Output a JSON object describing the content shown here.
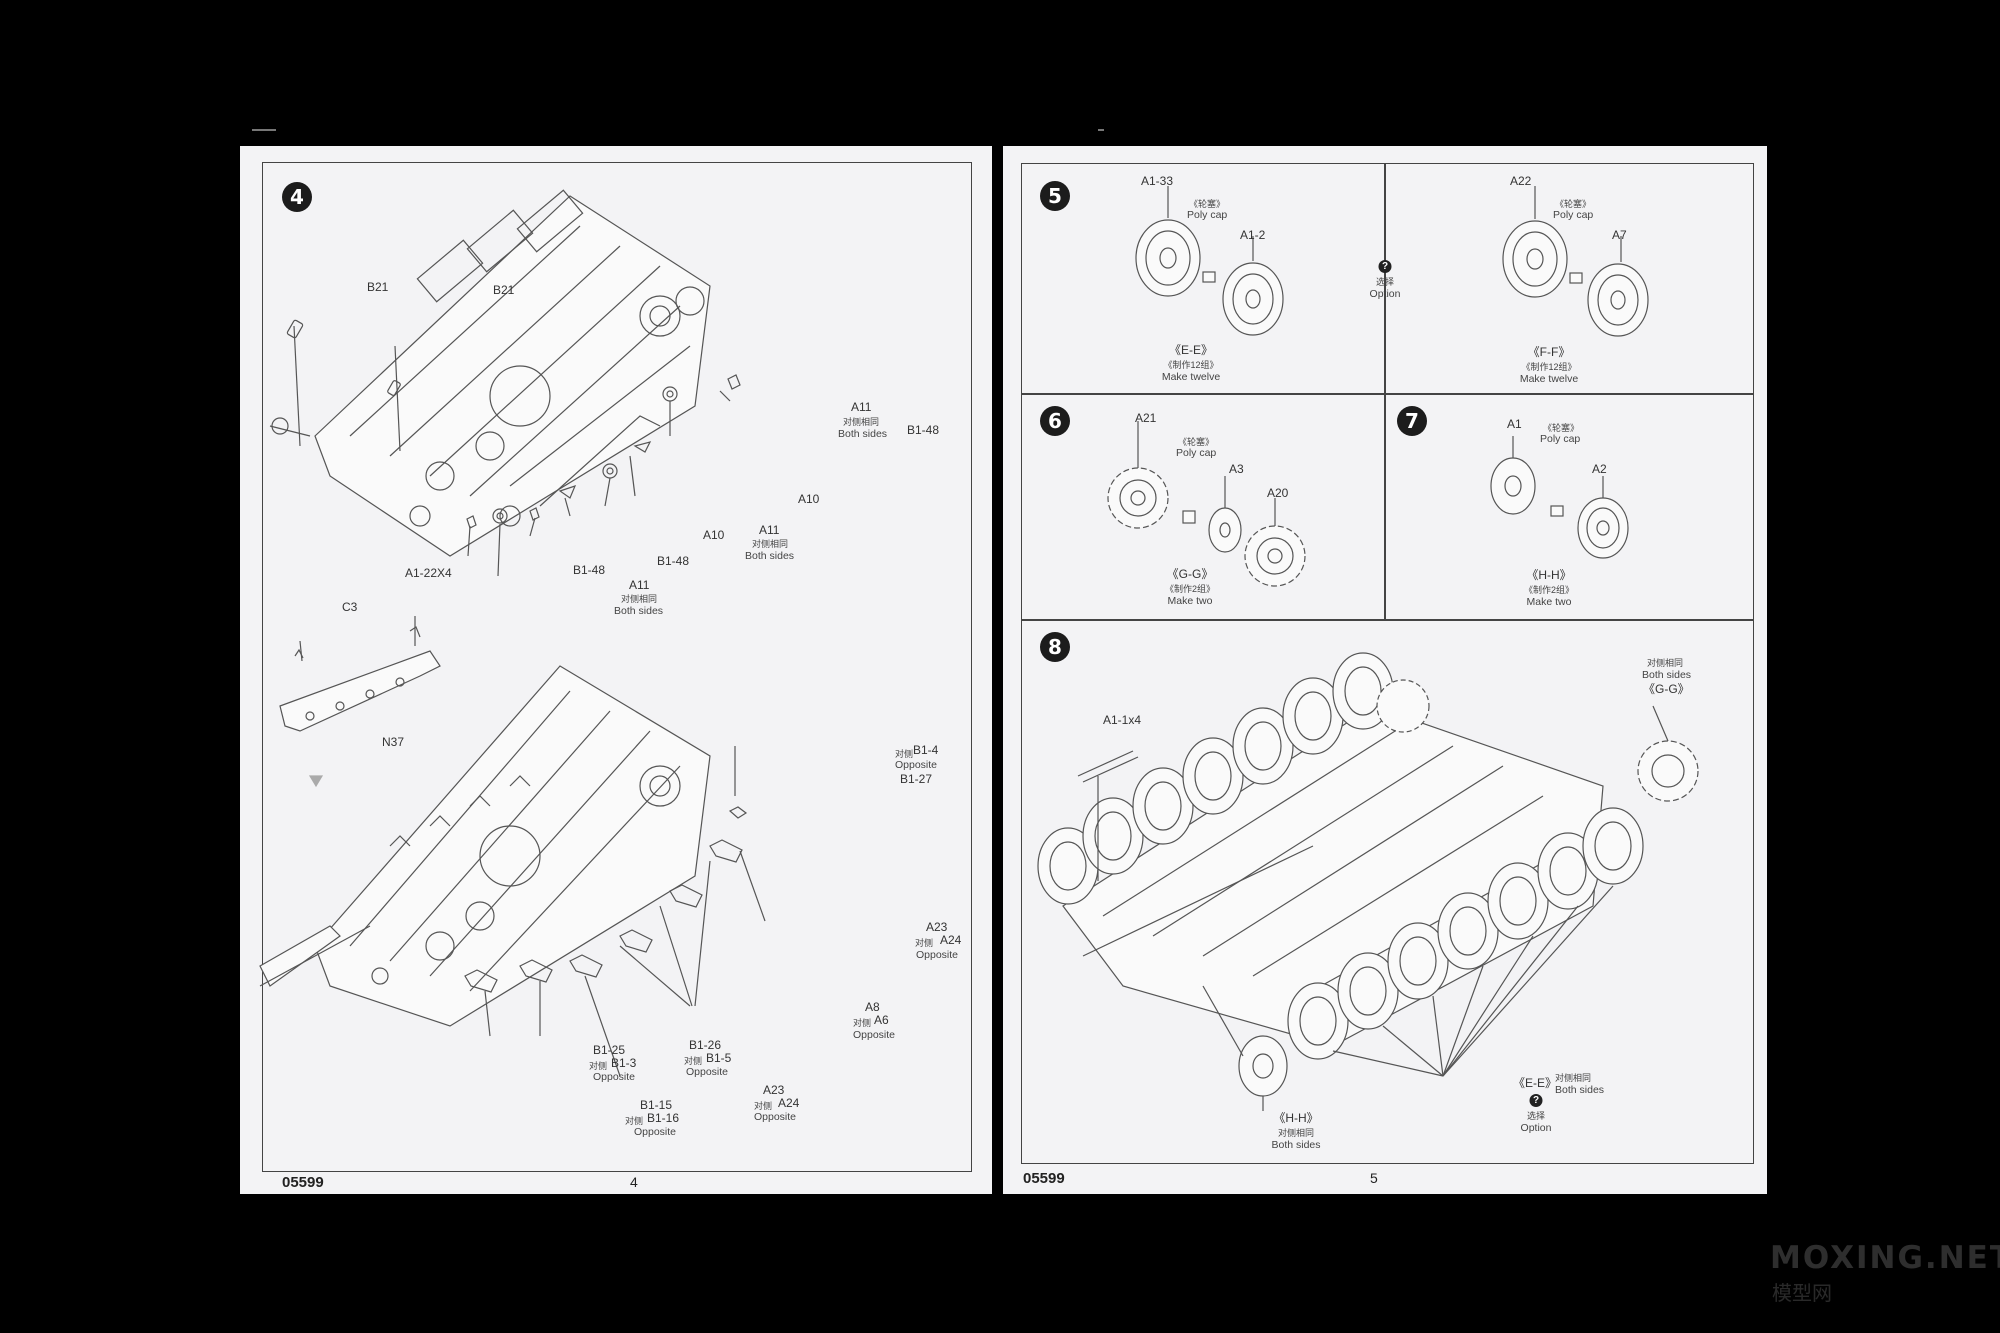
{
  "left_page": {
    "catalog_no": "05599",
    "page_no": "4",
    "step": {
      "number": "4"
    },
    "labels": {
      "b21_left": "B21",
      "b21_right": "B21",
      "a11_top": "A11",
      "a11_top_cn": "对侧相同",
      "a11_top_en": "Both sides",
      "b1_48_right": "B1-48",
      "a10_right": "A10",
      "a11_mid": "A11",
      "a11_mid_cn": "对侧相同",
      "a11_mid_en": "Both sides",
      "a10_mid": "A10",
      "b1_48_mid": "B1-48",
      "b1_48_left": "B1-48",
      "a11_bottom": "A11",
      "a11_bottom_cn": "对侧相同",
      "a11_bottom_en": "Both sides",
      "a1_22x4": "A1-22X4",
      "c3": "C3",
      "n37": "N37",
      "b1_4_cn": "对侧",
      "b1_4": "B1-4",
      "b1_4_en": "Opposite",
      "b1_27": "B1-27",
      "a23_right": "A23",
      "a24_right_cn": "对侧",
      "a24_right": "A24",
      "a24_right_en": "Opposite",
      "a8": "A8",
      "a6_cn": "对侧",
      "a6": "A6",
      "a6_en": "Opposite",
      "b1_25": "B1-25",
      "b1_3_cn": "对侧",
      "b1_3": "B1-3",
      "b1_3_en": "Opposite",
      "b1_26": "B1-26",
      "b1_5_cn": "对侧",
      "b1_5": "B1-5",
      "b1_5_en": "Opposite",
      "b1_15": "B1-15",
      "b1_16_cn": "对侧",
      "b1_16": "B1-16",
      "b1_16_en": "Opposite",
      "a23_bottom": "A23",
      "a24_bottom_cn": "对侧",
      "a24_bottom": "A24",
      "a24_bottom_en": "Opposite"
    }
  },
  "right_page": {
    "catalog_no": "05599",
    "page_no": "5",
    "step5": {
      "number": "5",
      "a1_33": "A1-33",
      "polycap_cn": "《轮塞》",
      "polycap": "Poly cap",
      "a1_2": "A1-2",
      "set": "《E-E》",
      "make_cn": "《制作12组》",
      "make": "Make twelve"
    },
    "option": {
      "icon": "?",
      "cn": "选择",
      "en": "Option"
    },
    "step5b": {
      "a22": "A22",
      "polycap_cn": "《轮塞》",
      "polycap": "Poly cap",
      "a7": "A7",
      "set": "《F-F》",
      "make_cn": "《制作12组》",
      "make": "Make twelve"
    },
    "step6": {
      "number": "6",
      "a21": "A21",
      "polycap_cn": "《轮塞》",
      "polycap": "Poly cap",
      "a3": "A3",
      "a20": "A20",
      "set": "《G-G》",
      "make_cn": "《制作2组》",
      "make": "Make  two"
    },
    "step7": {
      "number": "7",
      "a1": "A1",
      "polycap_cn": "《轮塞》",
      "polycap": "Poly cap",
      "a2": "A2",
      "set": "《H-H》",
      "make_cn": "《制作2组》",
      "make": "Make  two"
    },
    "step8": {
      "number": "8",
      "gg_cn": "对侧相同",
      "gg_en": "Both sides",
      "gg": "《G-G》",
      "a1_1x4": "A1-1x4",
      "hh": "《H-H》",
      "hh_cn": "对侧相同",
      "hh_en": "Both sides",
      "ee": "《E-E》",
      "ee_cn": "对侧相同",
      "ee_en": "Both sides",
      "opt_icon": "?",
      "opt_cn": "选择",
      "opt_en": "Option"
    }
  },
  "watermark": {
    "brand": "MOXING.NET",
    "cn": "模型网"
  },
  "colors": {
    "background": "#000000",
    "paper": "#f3f3f5",
    "line": "#444444",
    "ink": "#333333"
  }
}
